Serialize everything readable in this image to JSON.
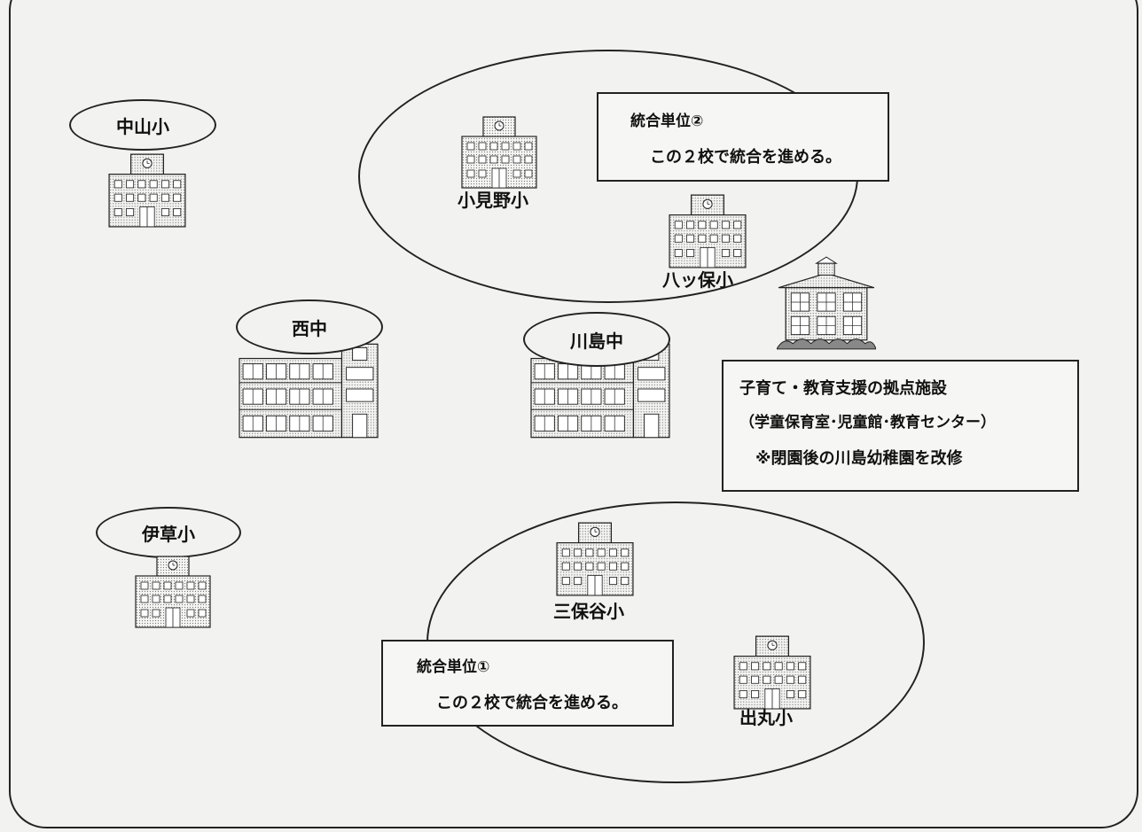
{
  "schools": {
    "nakayama": "中山小",
    "komino": "小見野小",
    "hatsupo": "八ッ保小",
    "nishinaka": "西中",
    "kawajimanaka": "川島中",
    "igusa": "伊草小",
    "mihoya": "三保谷小",
    "demaru": "出丸小"
  },
  "unit2": {
    "title": "統合単位②",
    "desc": "この２校で統合を進める。"
  },
  "unit1": {
    "title": "統合単位①",
    "desc": "この２校で統合を進める。"
  },
  "facility": {
    "title": "子育て・教育支援の拠点施設",
    "sub": "（学童保育室･児童館･教育センター）",
    "note": "※閉園後の川島幼稚園を改修"
  },
  "colors": {
    "line": "#222222",
    "paper": "#f2f2f0"
  }
}
